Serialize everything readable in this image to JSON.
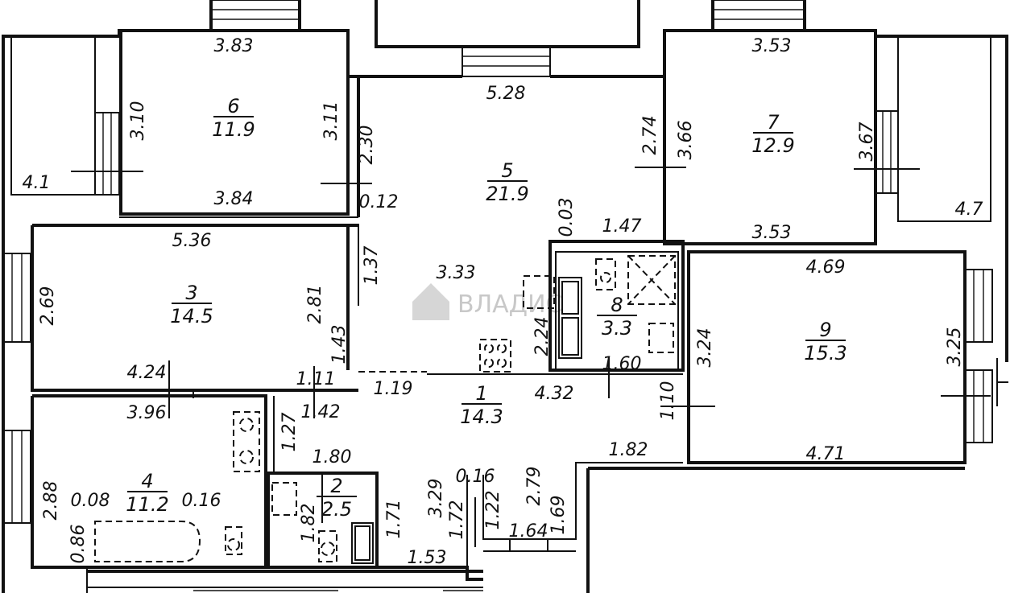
{
  "watermark": "ВЛАДИС",
  "rooms": [
    {
      "id": "6",
      "number": "6",
      "area": "11.9"
    },
    {
      "id": "5",
      "number": "5",
      "area": "21.9"
    },
    {
      "id": "7",
      "number": "7",
      "area": "12.9"
    },
    {
      "id": "3",
      "number": "3",
      "area": "14.5"
    },
    {
      "id": "8",
      "number": "8",
      "area": "3.3"
    },
    {
      "id": "9",
      "number": "9",
      "area": "15.3"
    },
    {
      "id": "1",
      "number": "1",
      "area": "14.3"
    },
    {
      "id": "4",
      "number": "4",
      "area": "11.2"
    },
    {
      "id": "2",
      "number": "2",
      "area": "2.5"
    }
  ],
  "dimensions": [
    "3.83",
    "3.10",
    "3.11",
    "3.84",
    "4.1",
    "2.30",
    "0.12",
    "5.28",
    "2.74",
    "3.66",
    "0.03",
    "1.47",
    "3.53",
    "3.67",
    "3.53",
    "4.7",
    "5.36",
    "2.69",
    "2.81",
    "1.37",
    "1.43",
    "3.33",
    "2.24",
    "4.24",
    "1.11",
    "4.69",
    "3.24",
    "3.25",
    "1.60",
    "4.32",
    "1.19",
    "3.96",
    "1.42",
    "1.10",
    "4.71",
    "1.82",
    "1.27",
    "1.80",
    "3.29",
    "0.16",
    "2.79",
    "2.88",
    "0.08",
    "0.16",
    "1.82",
    "1.71",
    "1.72",
    "1.22",
    "1.69",
    "0.86",
    "1.64",
    "1.53"
  ]
}
